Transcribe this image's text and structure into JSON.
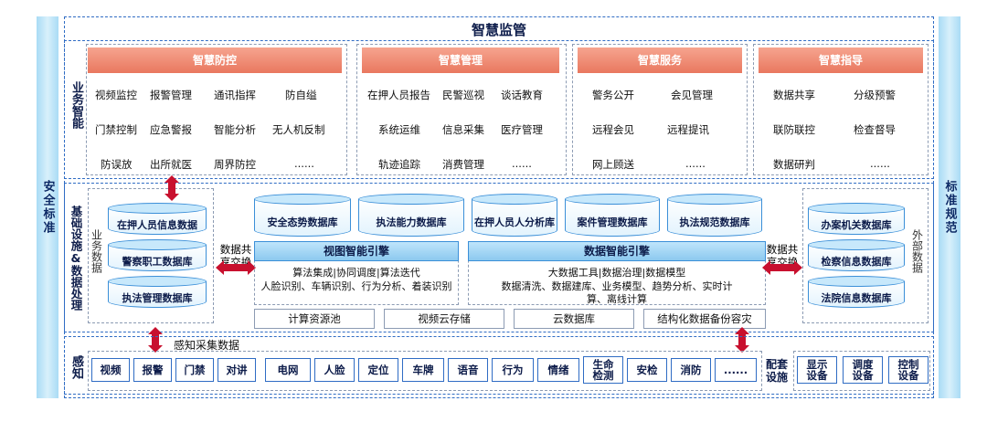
{
  "left_sidebar": "安全标准",
  "right_sidebar": "标准规范",
  "title": "智慧监管",
  "business": {
    "label": "业务智能",
    "groups": [
      {
        "header": "智慧防控",
        "items": [
          "视频监控",
          "报警管理",
          "通讯指挥",
          "防自缢",
          "门禁控制",
          "应急警报",
          "智能分析",
          "无人机反制",
          "防误放",
          "出所就医",
          "周界防控",
          "......"
        ]
      },
      {
        "header": "智慧管理",
        "items": [
          "在押人员报告",
          "民警巡视",
          "谈话教育",
          "系统运维",
          "信息采集",
          "医疗管理",
          "轨迹追踪",
          "消费管理",
          "......"
        ]
      },
      {
        "header": "智慧服务",
        "items": [
          "警务公开",
          "会见管理",
          "远程会见",
          "远程提讯",
          "网上顾送",
          "......"
        ]
      },
      {
        "header": "智慧指导",
        "items": [
          "数据共享",
          "分级预警",
          "联防联控",
          "检查督导",
          "数据研判",
          "......"
        ]
      }
    ]
  },
  "infra": {
    "label": "基础设施&数据处理",
    "business_data_label": "业务数据",
    "external_data_label": "外部数据",
    "share_left": "数据共享交换",
    "share_right": "数据共享交换",
    "left_dbs": [
      "在押人员信息数据",
      "警察职工数据库",
      "执法管理数据库"
    ],
    "right_dbs": [
      "办案机关数据库",
      "检察信息数据库",
      "法院信息数据库"
    ],
    "center_dbs": [
      "安全态势数据库",
      "执法能力数据库",
      "在押人员人分析库",
      "案件管理数据库",
      "执法规范数据库"
    ],
    "view_engine": {
      "header": "视图智能引擎",
      "line1": "算法集成|协同调度|算法迭代",
      "line2": "人脸识别、车辆识别、行为分析、着装识别"
    },
    "data_engine": {
      "header": "数据智能引擎",
      "line1": "大数据工具|数据治理|数据模型",
      "line2": "数据清洗、数据建库、业务模型、趋势分析、实时计算、离线计算"
    },
    "resources": [
      "计算资源池",
      "视频云存储",
      "云数据库",
      "结构化数据备份容灾"
    ]
  },
  "perception": {
    "label": "感知",
    "collect_label": "感知采集数据",
    "items": [
      "视频",
      "报警",
      "门禁",
      "对讲",
      "电网",
      "人脸",
      "定位",
      "车牌",
      "语音",
      "行为",
      "情绪",
      "生命检测",
      "安检",
      "消防",
      "......"
    ],
    "support_label": "配套设施",
    "support_items": [
      "显示设备",
      "调度设备",
      "控制设备"
    ]
  },
  "colors": {
    "accent_blue": "#2f6cc4",
    "orange": "#e9785f",
    "arrow_red": "#c8102e",
    "sidebar": "#a9dbf5"
  }
}
